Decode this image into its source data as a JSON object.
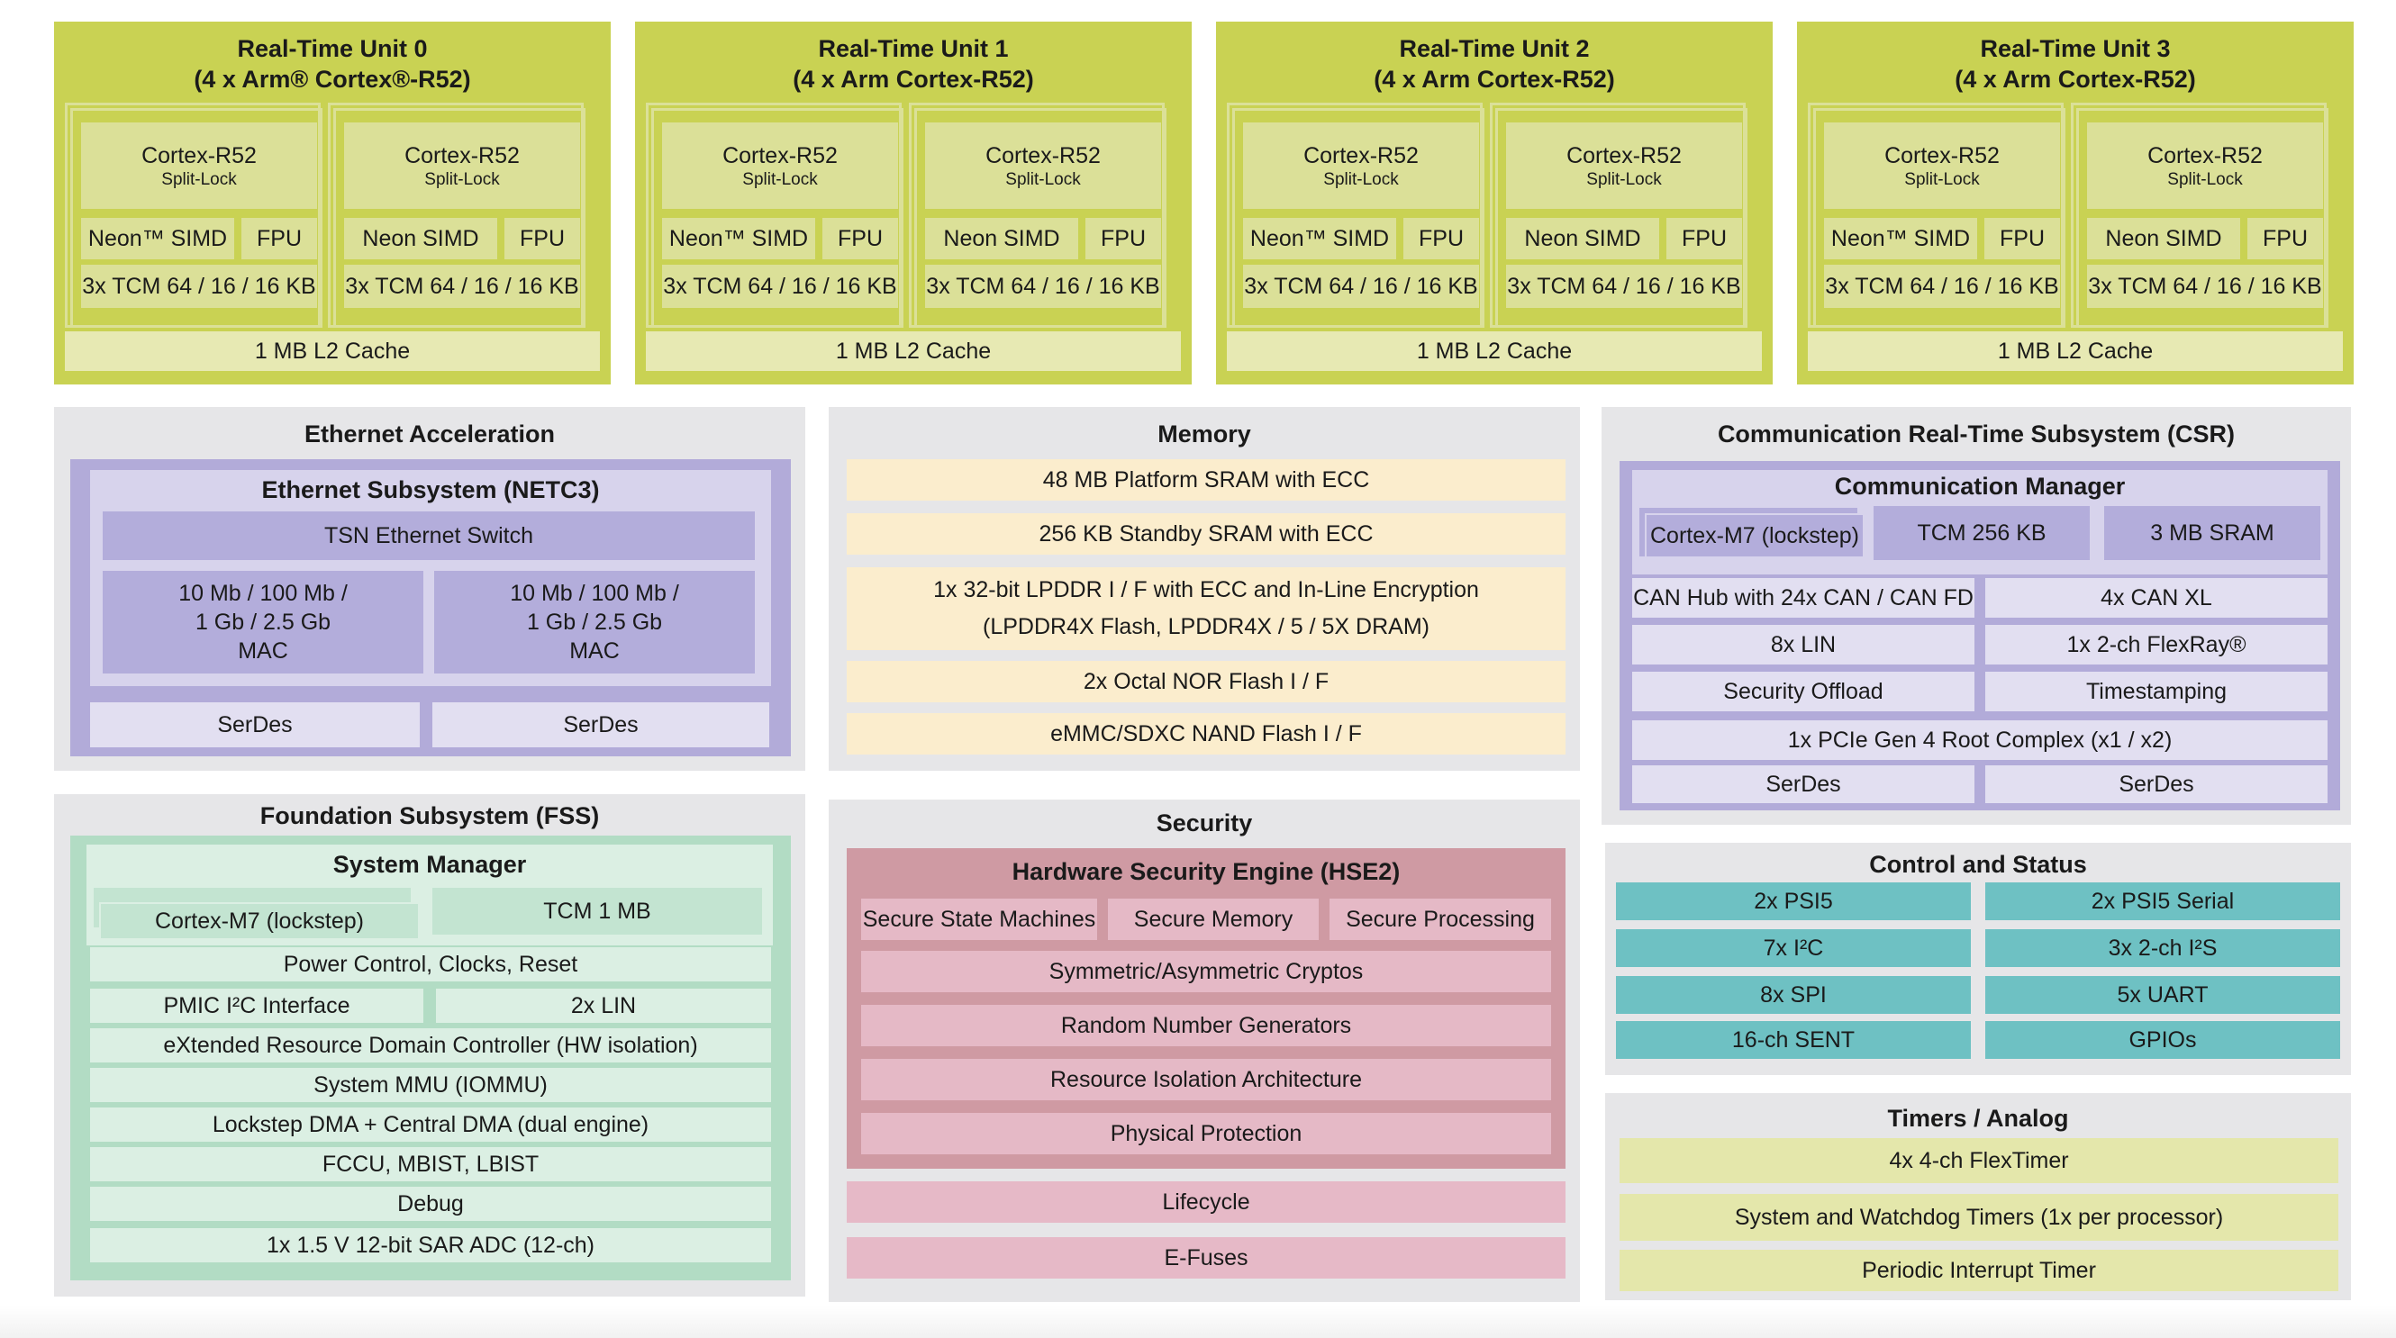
{
  "colors": {
    "rtu_outer": "#c9d253",
    "rtu_inner": "#dbe098",
    "l2": "#e7e9b3",
    "section_gray": "#e6e6e8",
    "purple_outer": "#b2abd9",
    "purple_mid": "#d7d3ec",
    "purple_box": "#b3addb",
    "purple_light": "#e2dff1",
    "memory": "#fbedcd",
    "green_outer": "#b2dcc4",
    "green_box": "#c3e4d1",
    "green_light": "#dbefe3",
    "hse_outer": "#cf9aa3",
    "hse_box": "#e5b9c6",
    "pink": "#e6b9c7",
    "teal": "#6ec1c3",
    "timer": "#e4e7ab"
  },
  "rtus": [
    {
      "title_line1": "Real-Time Unit 0",
      "title_line2": "(4 x Arm® Cortex®-R52)",
      "cores": [
        {
          "name": "Cortex-R52",
          "sub": "Split-Lock",
          "simd": "Neon™ SIMD",
          "fpu": "FPU",
          "tcm": "3x TCM 64 / 16 / 16 KB"
        },
        {
          "name": "Cortex-R52",
          "sub": "Split-Lock",
          "simd": "Neon SIMD",
          "fpu": "FPU",
          "tcm": "3x TCM 64 / 16 / 16 KB"
        }
      ],
      "l2": "1 MB L2 Cache"
    },
    {
      "title_line1": "Real-Time Unit 1",
      "title_line2": "(4 x Arm Cortex-R52)",
      "cores": [
        {
          "name": "Cortex-R52",
          "sub": "Split-Lock",
          "simd": "Neon™ SIMD",
          "fpu": "FPU",
          "tcm": "3x TCM 64 / 16 / 16 KB"
        },
        {
          "name": "Cortex-R52",
          "sub": "Split-Lock",
          "simd": "Neon SIMD",
          "fpu": "FPU",
          "tcm": "3x TCM 64 / 16 / 16 KB"
        }
      ],
      "l2": "1 MB L2 Cache"
    },
    {
      "title_line1": "Real-Time Unit 2",
      "title_line2": "(4 x Arm Cortex-R52)",
      "cores": [
        {
          "name": "Cortex-R52",
          "sub": "Split-Lock",
          "simd": "Neon™ SIMD",
          "fpu": "FPU",
          "tcm": "3x TCM 64 / 16 / 16 KB"
        },
        {
          "name": "Cortex-R52",
          "sub": "Split-Lock",
          "simd": "Neon SIMD",
          "fpu": "FPU",
          "tcm": "3x TCM 64 / 16 / 16 KB"
        }
      ],
      "l2": "1 MB L2 Cache"
    },
    {
      "title_line1": "Real-Time Unit 3",
      "title_line2": "(4 x Arm Cortex-R52)",
      "cores": [
        {
          "name": "Cortex-R52",
          "sub": "Split-Lock",
          "simd": "Neon™ SIMD",
          "fpu": "FPU",
          "tcm": "3x TCM 64 / 16 / 16 KB"
        },
        {
          "name": "Cortex-R52",
          "sub": "Split-Lock",
          "simd": "Neon SIMD",
          "fpu": "FPU",
          "tcm": "3x TCM 64 / 16 / 16 KB"
        }
      ],
      "l2": "1 MB L2 Cache"
    }
  ],
  "ethernet": {
    "title": "Ethernet Acceleration",
    "subsystem_title": "Ethernet Subsystem (NETC3)",
    "switch": "TSN Ethernet Switch",
    "mac1": {
      "l1": "10 Mb / 100 Mb /",
      "l2": "1 Gb / 2.5 Gb",
      "l3": "MAC"
    },
    "mac2": {
      "l1": "10 Mb / 100 Mb /",
      "l2": "1 Gb / 2.5 Gb",
      "l3": "MAC"
    },
    "serdes1": "SerDes",
    "serdes2": "SerDes"
  },
  "memory": {
    "title": "Memory",
    "sram": "48 MB Platform SRAM with ECC",
    "standby": "256 KB Standby SRAM with ECC",
    "lpddr_l1": "1x 32-bit LPDDR I / F with ECC and In-Line Encryption",
    "lpddr_l2": "(LPDDR4X Flash, LPDDR4X / 5 / 5X DRAM)",
    "nor": "2x Octal NOR Flash I / F",
    "emmc": "eMMC/SDXC NAND Flash I / F"
  },
  "csr": {
    "title": "Communication Real-Time Subsystem (CSR)",
    "cm_title": "Communication Manager",
    "m7": "Cortex-M7 (lockstep)",
    "tcm": "TCM 256 KB",
    "sram": "3 MB SRAM",
    "can_hub": "CAN Hub with 24x CAN / CAN FD",
    "can_xl": "4x CAN XL",
    "lin": "8x LIN",
    "flexray": "1x 2-ch FlexRay®",
    "sec_offload": "Security Offload",
    "timestamping": "Timestamping",
    "pcie": "1x PCIe Gen 4 Root Complex (x1 / x2)",
    "serdes1": "SerDes",
    "serdes2": "SerDes"
  },
  "fss": {
    "title": "Foundation Subsystem (FSS)",
    "sm_title": "System Manager",
    "m7": "Cortex-M7 (lockstep)",
    "tcm": "TCM 1 MB",
    "power": "Power Control, Clocks, Reset",
    "pmic": "PMIC I²C Interface",
    "lin": "2x LIN",
    "xrdc": "eXtended Resource Domain Controller (HW isolation)",
    "mmu": "System MMU (IOMMU)",
    "dma": "Lockstep DMA + Central DMA (dual engine)",
    "fccu": "FCCU, MBIST, LBIST",
    "debug": "Debug",
    "adc": "1x 1.5 V 12-bit SAR ADC (12-ch)"
  },
  "security": {
    "title": "Security",
    "hse_title": "Hardware Security Engine (HSE2)",
    "ssm": "Secure State Machines",
    "smem": "Secure Memory",
    "sproc": "Secure Processing",
    "crypto": "Symmetric/Asymmetric Cryptos",
    "rng": "Random Number Generators",
    "ria": "Resource Isolation Architecture",
    "phys": "Physical Protection",
    "lifecycle": "Lifecycle",
    "efuses": "E-Fuses"
  },
  "control": {
    "title": "Control and Status",
    "items": [
      "2x PSI5",
      "2x PSI5 Serial",
      "7x I²C",
      "3x 2-ch I²S",
      "8x SPI",
      "5x UART",
      "16-ch SENT",
      "GPIOs"
    ]
  },
  "timers": {
    "title": "Timers / Analog",
    "flex": "4x 4-ch FlexTimer",
    "watchdog": "System and Watchdog Timers (1x per processor)",
    "pit": "Periodic Interrupt Timer"
  }
}
